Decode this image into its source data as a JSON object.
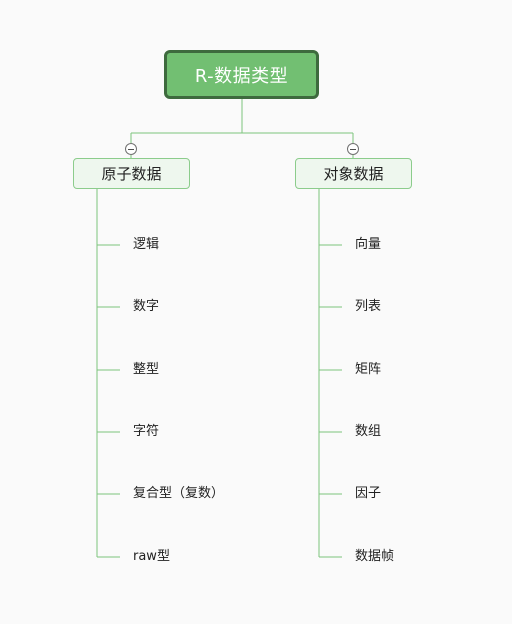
{
  "root": {
    "label": "R-数据类型"
  },
  "branches": [
    {
      "label": "原子数据",
      "children": [
        "逻辑",
        "数字",
        "整型",
        "字符",
        "复合型（复数）",
        "raw型"
      ]
    },
    {
      "label": "对象数据",
      "children": [
        "向量",
        "列表",
        "矩阵",
        "数组",
        "因子",
        "数据帧"
      ]
    }
  ],
  "colors": {
    "line": "#7cc47c",
    "root_fill": "#72bf72",
    "root_border": "#3e6a3e",
    "branch_fill": "#eef7ee",
    "branch_border": "#8ccc8c"
  }
}
